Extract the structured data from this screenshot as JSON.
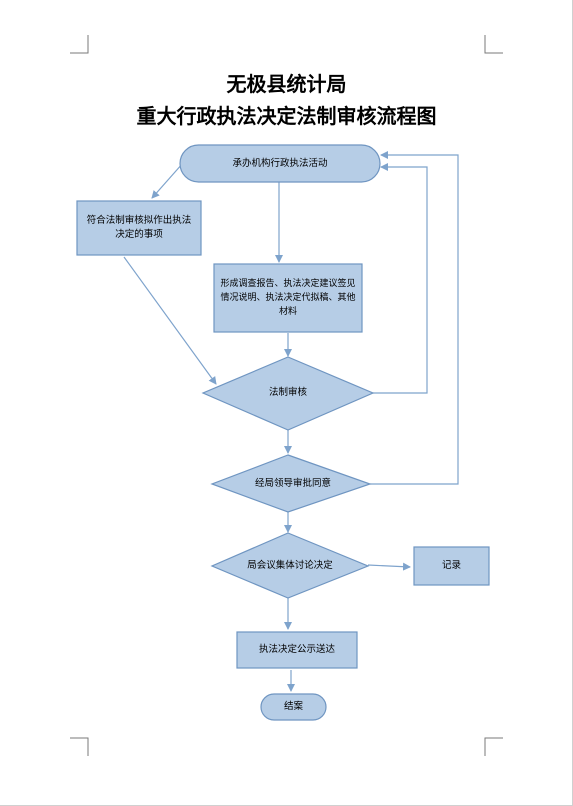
{
  "document": {
    "title_line1": "无极县统计局",
    "title_line2": "重大行政执法决定法制审核流程图"
  },
  "flowchart": {
    "start": "承办机构行政执法活动",
    "compliant_items": "符合法制审核拟作出执法决定的事项",
    "materials": "形成调查报告、执法决定建议签见情况说明、执法决定代拟稿、其他材料",
    "legal_review": "法制审核",
    "leader_approval": "经局领导审批同意",
    "collective_decision": "局会议集体讨论决定",
    "record": "记录",
    "publish": "执法决定公示送达",
    "end": "结案"
  },
  "colors": {
    "fill": "#b6cde6",
    "stroke": "#6f95c1",
    "arrow": "#7ea3cc"
  }
}
